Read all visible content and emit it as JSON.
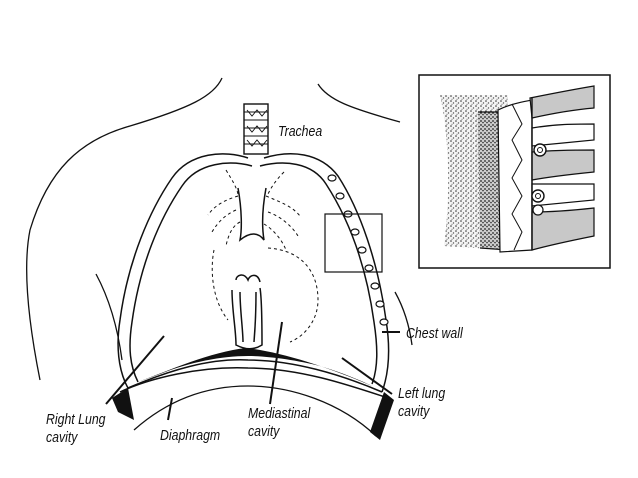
{
  "labels": {
    "trachea": "Trachea",
    "chest_wall": "Chest wall",
    "left_lung_cavity": "Left lung cavity",
    "left_lung_line1": "Left lung",
    "left_lung_line2": "cavity",
    "right_lung_line1": "Right Lung",
    "right_lung_line2": "cavity",
    "mediastinal_line1": "Mediastinal",
    "mediastinal_line2": "cavity",
    "diaphragm": "Diaphragm"
  },
  "colors": {
    "ink": "#111111",
    "stipple": "#555555",
    "membrane_fill": "#bbbbbb",
    "background": "#ffffff"
  }
}
